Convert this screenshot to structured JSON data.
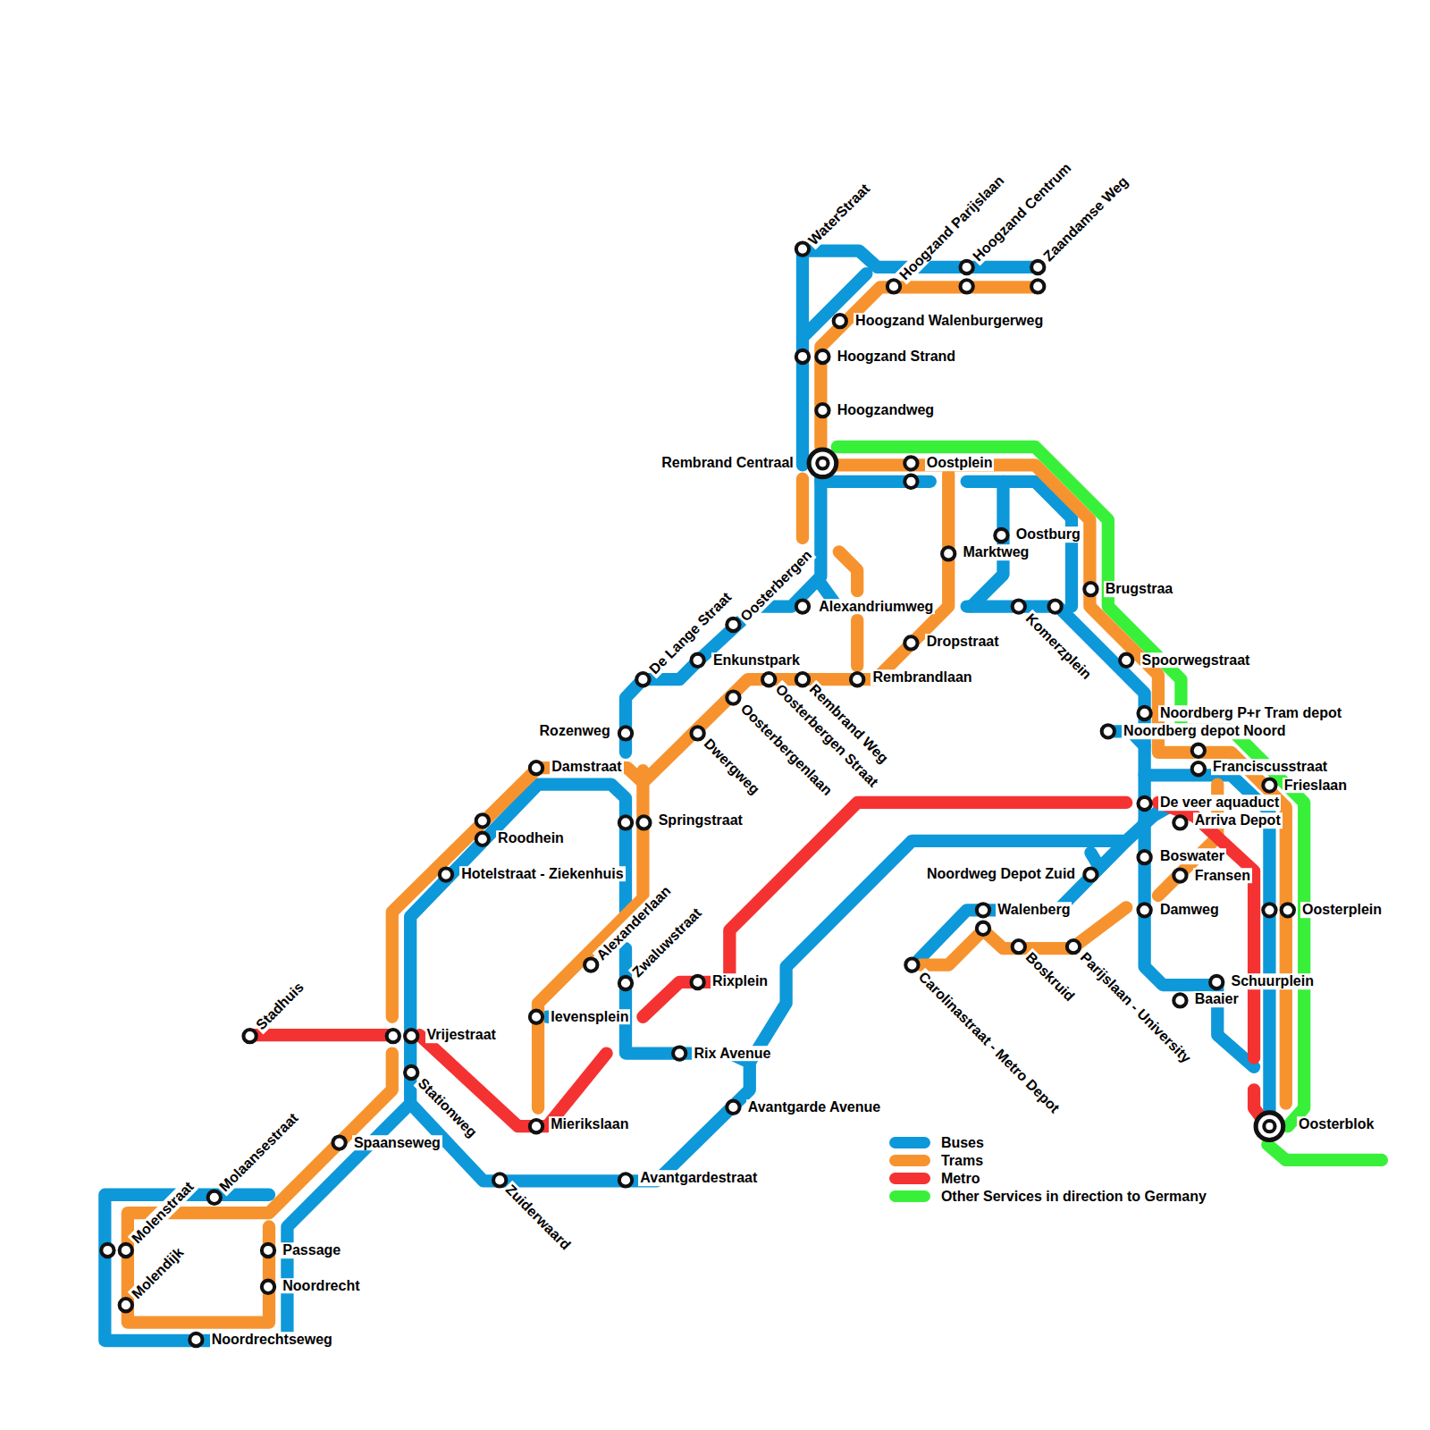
{
  "diagram": {
    "labels": [
      "WaterStraat",
      "Hoogzand Parijslaan",
      "Hoogzand Centrum",
      "Zaandamse Weg",
      "Hoogzand Walenburgerweg",
      "Hoogzand Strand",
      "Hoogzandweg",
      "Rembrand Centraal",
      "Oostplein",
      "Oostburg",
      "Marktweg",
      "Brugstraa",
      "Alexandriumweg",
      "Komerzplein",
      "Oosterbergen",
      "De Lange Straat",
      "Dropstraat",
      "Enkunstpark",
      "Spoorwegstraat",
      "Rembrandlaan",
      "Oosterbergen Straat",
      "Rembrand Weg",
      "Oosterbergenlaan",
      "Noordberg P+r Tram depot",
      "Rozenweg",
      "Dwergweg",
      "Noordberg depot Noord",
      "Damstraat",
      "Franciscusstraat",
      "Frieslaan",
      "De veer aquaduct",
      "Springstraat",
      "Arriva Depot",
      "Roodhein",
      "Boswater",
      "Hotelstraat - Ziekenhuis",
      "Noordweg Depot Zuid",
      "Fransen",
      "Alexanderlaan",
      "Zwaluwstraat",
      "Walenberg",
      "Damweg",
      "Oosterplein",
      "Boskruid",
      "Parijslaan - University",
      "Carolinastraat - Metro Depot",
      "Rixplein",
      "Schuurplein",
      "Baaier",
      "Ievensplein",
      "Stadhuis",
      "Vrijestraat",
      "Rix Avenue",
      "Stationweg",
      "Avantgarde Avenue",
      "Mierikslaan",
      "Spaanseweg",
      "Zuiderwaard",
      "Avantgardestraat",
      "Molaansestraat",
      "Molenstraat",
      "Passage",
      "Noordrecht",
      "Molendijk",
      "Noordrechtseweg",
      "Oosterblok"
    ],
    "legend": [
      {
        "text": "Buses",
        "color": "#0d98da"
      },
      {
        "text": "Trams",
        "color": "#f7932e"
      },
      {
        "text": "Metro",
        "color": "#f53232"
      },
      {
        "text": "Other Services in direction to Germany",
        "color": "#38f03a"
      }
    ]
  }
}
